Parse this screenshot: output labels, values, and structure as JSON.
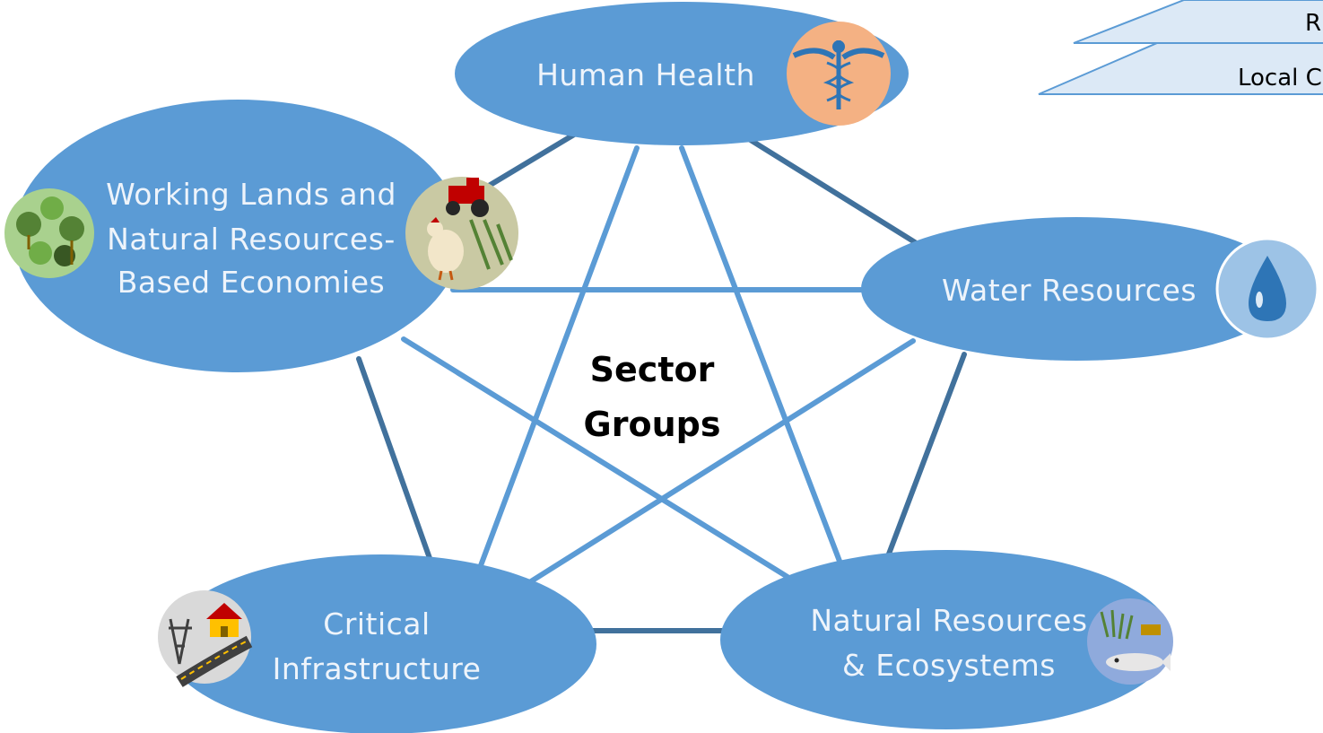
{
  "center_label": {
    "line1": "Sector",
    "line2": "Groups"
  },
  "nodes": {
    "human_health": {
      "label": "Human Health",
      "icon": "caduceus-icon"
    },
    "working_lands": {
      "lines": [
        "Working Lands and",
        "Natural Resources-",
        "Based Economies"
      ],
      "icons": [
        "forest-icon",
        "farm-icon"
      ]
    },
    "water_resources": {
      "label": "Water Resources",
      "icon": "water-drop-icon"
    },
    "critical_infrastructure": {
      "lines": [
        "Critical",
        "Infrastructure"
      ],
      "icon": "infrastructure-icon"
    },
    "natural_resources": {
      "lines": [
        "Natural Resources",
        "& Ecosystems"
      ],
      "icon": "fish-wetland-icon"
    }
  },
  "legend": {
    "items": [
      "R",
      "Local C"
    ]
  },
  "colors": {
    "node_fill": "#5b9bd5",
    "inner_link": "#5b9bd5",
    "outer_link": "#41719c",
    "node_text": "#eef4fb",
    "legend_fill": "#dce9f6",
    "legend_stroke": "#5b9bd5"
  }
}
